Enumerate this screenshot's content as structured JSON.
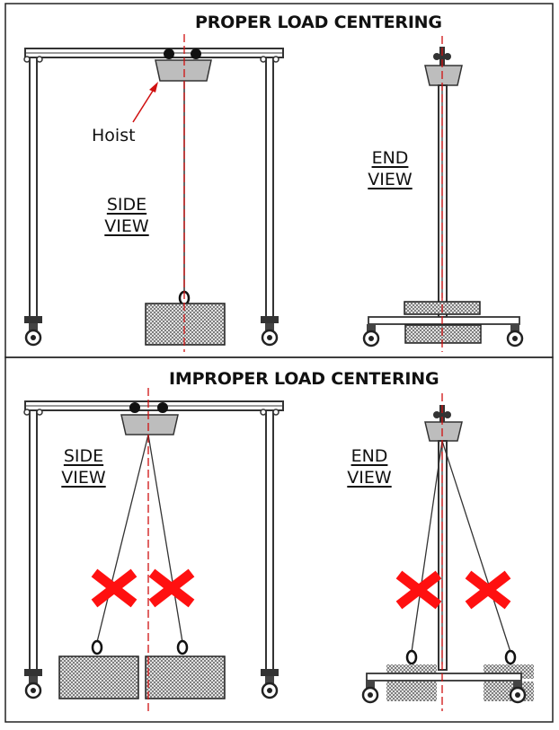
{
  "top_panel": {
    "title": "PROPER LOAD CENTERING",
    "side_view_label": [
      "SIDE",
      "VIEW"
    ],
    "end_view_label": [
      "END",
      "VIEW"
    ],
    "hoist_callout": "Hoist"
  },
  "bottom_panel": {
    "title": "IMPROPER LOAD CENTERING",
    "side_view_label": [
      "SIDE",
      "VIEW"
    ],
    "end_view_label": [
      "END",
      "VIEW"
    ]
  },
  "colors": {
    "centerline": "#d01010",
    "cross_mark": "#ff1010",
    "structure": "#333333",
    "hoist_body": "#bdbdbd",
    "load_hatch": "#8a8a8a"
  },
  "icons": [
    "hoist-icon",
    "caster-wheel-icon",
    "load-block-icon",
    "improper-x-icon"
  ]
}
